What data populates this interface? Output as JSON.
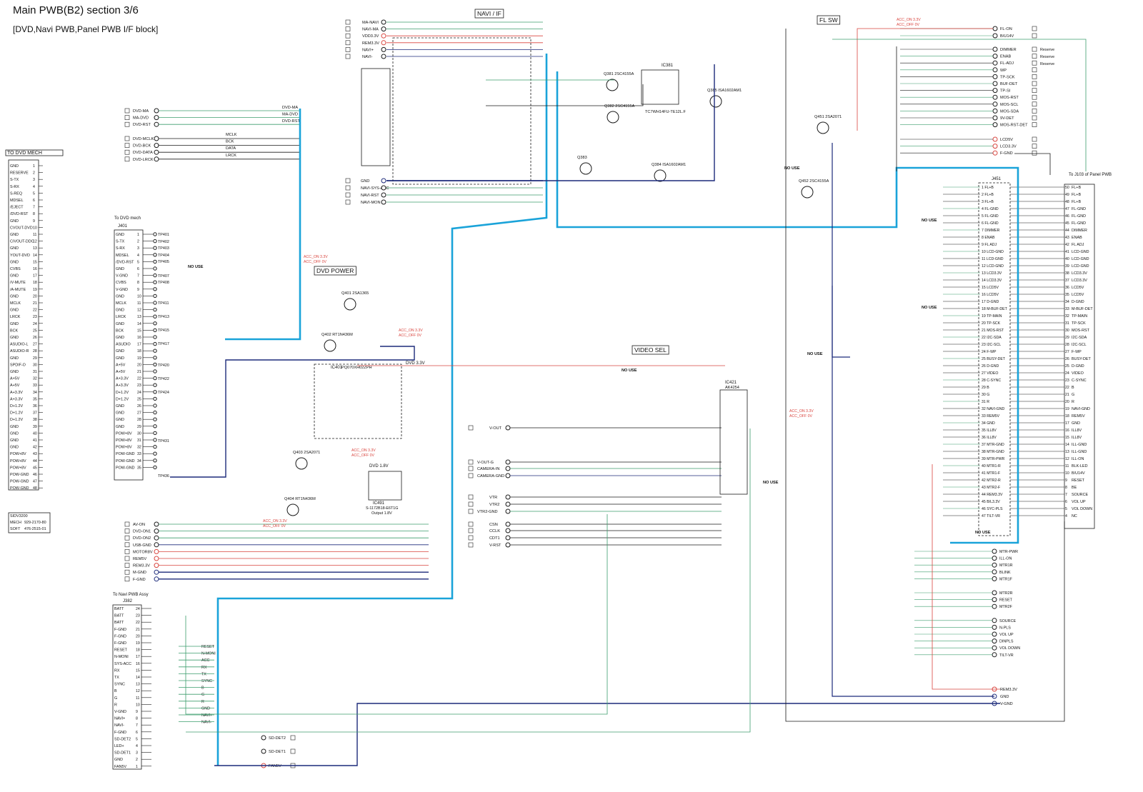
{
  "header": {
    "title": "Main PWB(B2) section 3/6",
    "subtitle": "[DVD,Navi PWB,Panel PWB I/F block]"
  },
  "blocks": {
    "navi_if": "NAVI / IF",
    "fl_sw": "FL SW",
    "dvd_power": "DVD POWER",
    "video_sel": "VIDEO SEL",
    "dvd_33": "DVD 3.3V"
  },
  "left_connector": {
    "heading": "TO DVD MECH",
    "pins": [
      "GND",
      "RESERVE",
      "S-TX",
      "S-RX",
      "S-REQ",
      "MDSEL",
      "/EJECT",
      "/DVD-RST",
      "GND",
      "CVOUT-DVD",
      "GND",
      "C/VOUT-DDC",
      "GND",
      "YOUT-DVD",
      "GND",
      "CVBS",
      "GND",
      "/V-MUTE",
      "/A-MUTE",
      "GND",
      "MCLK",
      "GND",
      "LRCK",
      "GND",
      "BCK",
      "GND",
      "ASUDIO-L",
      "ASUDIO-R",
      "GND",
      "SPDIF-O",
      "GND",
      "A+5V",
      "A+5V",
      "A+3.3V",
      "A+3.3V",
      "D+1.2V",
      "D+1.2V",
      "D+1.2V",
      "GND",
      "GND",
      "GND",
      "GND",
      "POW+8V",
      "POW+8V",
      "POW+8V",
      "POW-GND",
      "POW-GND",
      "POW-GND"
    ],
    "info": [
      [
        "SIDV3200",
        ""
      ],
      [
        "MECH",
        "929-2170-80"
      ],
      [
        "SOFT",
        "476-2515-01"
      ]
    ]
  },
  "j401": {
    "label": "J401",
    "caption": "To DVD mech",
    "pins": [
      "GND",
      "S-TX",
      "S-RX",
      "MDSEL",
      "/DVD-RST",
      "GND",
      "V-GND",
      "CVBS",
      "V-GND",
      "GND",
      "MCLK",
      "GND",
      "LRCK",
      "GND",
      "BCK",
      "GND",
      "ASUDIO",
      "GND",
      "GND",
      "A+5V",
      "A+5V",
      "A+3.3V",
      "A+3.3V",
      "D+1.2V",
      "D+1.2V",
      "GND",
      "GND",
      "GND",
      "GND",
      "POW+8V",
      "POW+8V",
      "POW+8V",
      "POW-GND",
      "POW-GND",
      "POW-GND"
    ],
    "tps": [
      "TP401",
      "TP402",
      "TP403",
      "TP404",
      "TP405",
      "TP407",
      "TP408",
      "TP411",
      "TP413",
      "TP415",
      "TP417",
      "TP420",
      "TP422",
      "TP424",
      "TP431",
      "TP436"
    ]
  },
  "j382": {
    "label": "J382",
    "caption": "To Navi PWB Assy",
    "pins": [
      "BATT",
      "BATT",
      "BATT",
      "F-GND",
      "F-GND",
      "F-GND",
      "RESET",
      "N-MONI",
      "SYS-ACC",
      "RX",
      "TX",
      "SYNC",
      "B",
      "G",
      "R",
      "V-GND",
      "NAVI+",
      "NAVI-",
      "F-GND",
      "SD-DET2",
      "LED+",
      "SD-DET1",
      "GND",
      "FAN5V"
    ],
    "signals": [
      "RESET",
      "N-MONI",
      "ACC",
      "RX",
      "TX",
      "SYNC",
      "B",
      "G",
      "R",
      "GND",
      "NAVI+",
      "NAVI-"
    ]
  },
  "j451": {
    "label": "J451",
    "pins": [
      "FL+B",
      "FL+B",
      "FL+B",
      "FL-GND",
      "FL-GND",
      "FL-GND",
      "DIMMER",
      "ENAB",
      "FL ADJ",
      "LCD-GND",
      "LCD-GND",
      "LCD-GND",
      "LCD3.3V",
      "LCD3.3V",
      "LCD5V",
      "LCD5V",
      "D-GND",
      "M-BUF-DET",
      "TP-MAIN",
      "TP-SCK",
      "MOS-RST",
      "I2C-SDA",
      "I2C-SCL",
      "F-WP",
      "BUSY-DET",
      "D-GND",
      "VIDEO",
      "C-SYNC",
      "B",
      "G",
      "R",
      "NAVI-GND",
      "REM5V",
      "GND",
      "ILL8V",
      "ILL8V",
      "MTR-GND",
      "MTR-GND",
      "MTR-PWR",
      "MTR1-R",
      "MTR1-F",
      "MTR2-R",
      "MTR2-F",
      "REM3.3V",
      "B/L3.3V",
      "SYC-PLS",
      "TILT-VR"
    ]
  },
  "right_connector": {
    "caption": "To J103 of Panel PWB",
    "pins": [
      "FL+B",
      "FL+B",
      "FL+B",
      "FL-GND",
      "FL-GND",
      "FL-GND",
      "DIMMER",
      "ENAB",
      "FL ADJ",
      "LCD-GND",
      "LCD-GND",
      "LCD-GND",
      "LCD3.3V",
      "LCD3.3V",
      "LCD5V",
      "LCD5V",
      "D-GND",
      "M-BUF-DET",
      "TP-MAIN",
      "TP-SCK",
      "MOS-RST",
      "I2C-SDA",
      "I2C-SCL",
      "F-WP",
      "BUSY-DET",
      "D-GND",
      "VIDEO",
      "C-SYNC",
      "B",
      "G",
      "R",
      "NAVI-GND",
      "REM5V",
      "GND",
      "ILL8V",
      "ILL8V",
      "ILL-GND",
      "ILL-GND",
      "ILL-ON",
      "BLK-LED",
      "B/U14V",
      "RESET",
      "BE",
      "SOURCE",
      "VOL UP",
      "VOL DOWN",
      "NC"
    ],
    "nums_top": 50
  },
  "fl_outputs": [
    "FL-ON",
    "B/U14V",
    "DIMMER",
    "ENAB",
    "FL-ADJ",
    "WP",
    "TP-SCK",
    "BUF-DET",
    "TP-SI",
    "MOS-RST",
    "MOS-SCL",
    "MOS-SDA",
    "9V-DET",
    "MOS-RST-DET",
    "LCD5V",
    "LCD3.3V",
    "F-GND"
  ],
  "fl_reserve": [
    "Reserve",
    "Reserve",
    "Reserve"
  ],
  "navi_signals": [
    "MA-NAVI",
    "NAVI-MA",
    "VDD3.3V",
    "REM3.3V",
    "NAVI+",
    "NAVI-"
  ],
  "navi_bottom": [
    "GND",
    "NAVI-SYS-ACC",
    "NAVI-RST",
    "NAVI-MON"
  ],
  "dvd_left_signals": [
    "DVD-MA",
    "MA-DVD",
    "DVD-RST",
    "DVD-MCLK",
    "DVD-BCK",
    "DVD-DATA",
    "DVD-LRCK"
  ],
  "dvd_bus": [
    "DVD-MA",
    "MA-DVD",
    "DVD-RST",
    "MCLK",
    "BCK",
    "DATA",
    "LRCK"
  ],
  "bottom_signals": [
    "AV-ON",
    "DVD-ON1",
    "DVD-ON2",
    "USB-GND",
    "MOTOR8V",
    "REM5V",
    "REM3.3V",
    "M-GND",
    "F-GND"
  ],
  "video_signals": [
    "V-OUT",
    "V-OUT-G",
    "CAMERA-IN",
    "CAMERA-GND",
    "VTR",
    "VTR2",
    "VTR2-GND",
    "CSN",
    "CCLK",
    "CDT1",
    "V-RST"
  ],
  "switch_outputs": [
    "MTR-PWR",
    "ILL-ON",
    "MTR1R",
    "BLINK",
    "MTR1F",
    "MTR2R",
    "RESET",
    "MTR2F",
    "SOURCE",
    "N-PLS",
    "VOL UP",
    "DINPLS",
    "VOL DOWN",
    "TILT-VR"
  ],
  "bottom_right": [
    "REM3.3V",
    "GND",
    "V-GND"
  ],
  "sd_det": [
    "SD-DET2",
    "SD-DET1",
    "FAN5V"
  ],
  "ics": {
    "ic381": "IC381",
    "ic381_part": "TC7WH14FU-TE12L.F",
    "ic421": "IC421",
    "ic421_part": "AK4254",
    "ic401": "IC401",
    "ic401_part": "PQ070XH02ZPH",
    "ic491": "IC491",
    "ic491_part": "S-1172B18-E6T1G",
    "ic491_out": "Output 1.8V",
    "dvd18": "DVD 1.8V"
  },
  "transistors": [
    "Q381 2SC4155A",
    "Q382 2SC4155A",
    "Q383",
    "Q384 ISA1602AM1",
    "Q385 ISA1602AM1",
    "Q401 2SA1365",
    "Q402 RT1N436M",
    "Q403 2SA2071",
    "Q404 RT1N436M",
    "Q451 2SA2071",
    "Q452 2SC4155A"
  ],
  "notes": {
    "no_use": "NO USE",
    "acc_on": "ACC_ON  3.3V",
    "acc_off": "ACC_OFF 0V"
  },
  "colors": {
    "line": "#1a1a1a",
    "green": "#3d9e6e",
    "red": "#d9453f",
    "navy": "#1c2a7a",
    "cyan": "#1aa3d9",
    "gray": "#8a8a8a"
  }
}
